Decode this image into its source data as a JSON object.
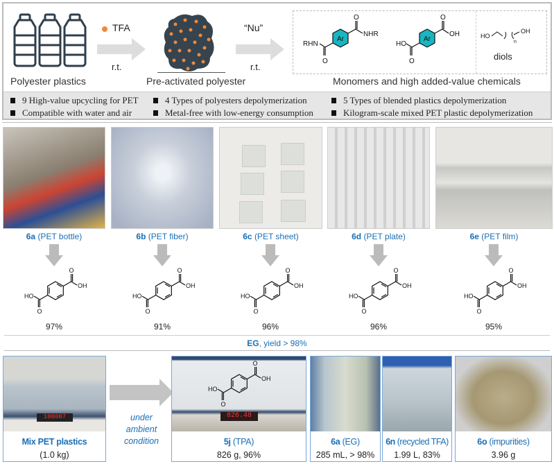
{
  "scheme": {
    "step1_label": "Polyester plastics",
    "reagent1": "TFA",
    "cond1": "r.t.",
    "step2_label": "Pre-activated polyester",
    "reagent2": "“Nu”",
    "cond2": "r.t.",
    "step3_label": "Monomers and high added-value chemicals",
    "amide": {
      "left": "RHN",
      "right": "NHR",
      "o": "O",
      "ring": "Ar"
    },
    "acid": {
      "left": "HO",
      "right": "OH",
      "o": "O",
      "ring": "Ar"
    },
    "diol": {
      "ho": "HO",
      "oh": "OH",
      "n": "n",
      "name": "diols"
    },
    "tfa_dot_color": "#f0883a",
    "ring_color": "#19b5c0"
  },
  "features": [
    "9 High-value upcycling for PET",
    "4 Types of polyesters depolymerization",
    "5 Types of blended plastics depolymerization",
    "Compatible with water and air",
    "Metal-free with low-energy consumption",
    "Kilogram-scale mixed PET plastic depolymerization"
  ],
  "samples": [
    {
      "id": "6a",
      "name": "(PET bottle)",
      "yield": "97%"
    },
    {
      "id": "6b",
      "name": "(PET fiber)",
      "yield": "91%"
    },
    {
      "id": "6c",
      "name": "(PET sheet)",
      "yield": "96%"
    },
    {
      "id": "6d",
      "name": "(PET plate)",
      "yield": "96%"
    },
    {
      "id": "6e",
      "name": "(PET film)",
      "yield": "95%"
    }
  ],
  "tpa": {
    "ho": "HO",
    "oh": "OH",
    "o": "O"
  },
  "eg_line": {
    "bold": "EG",
    "text": ", yield > 98%"
  },
  "scale": {
    "start": {
      "title": "Mix PET plastics",
      "value": "(1.0 kg)",
      "display": "100007"
    },
    "condition": [
      "under",
      "ambient",
      "condition"
    ],
    "products": [
      {
        "id": "5j",
        "name": "(TPA)",
        "value": "826 g, 96%",
        "display": "826.48"
      },
      {
        "id": "6a",
        "name": "(EG)",
        "value": "285 mL, > 98%"
      },
      {
        "id": "6n",
        "name": "(recycled TFA)",
        "value": "1.99 L, 83%"
      },
      {
        "id": "6o",
        "name": "(impurities)",
        "value": "3.96 g"
      }
    ]
  },
  "accent": "#1a6fb5"
}
